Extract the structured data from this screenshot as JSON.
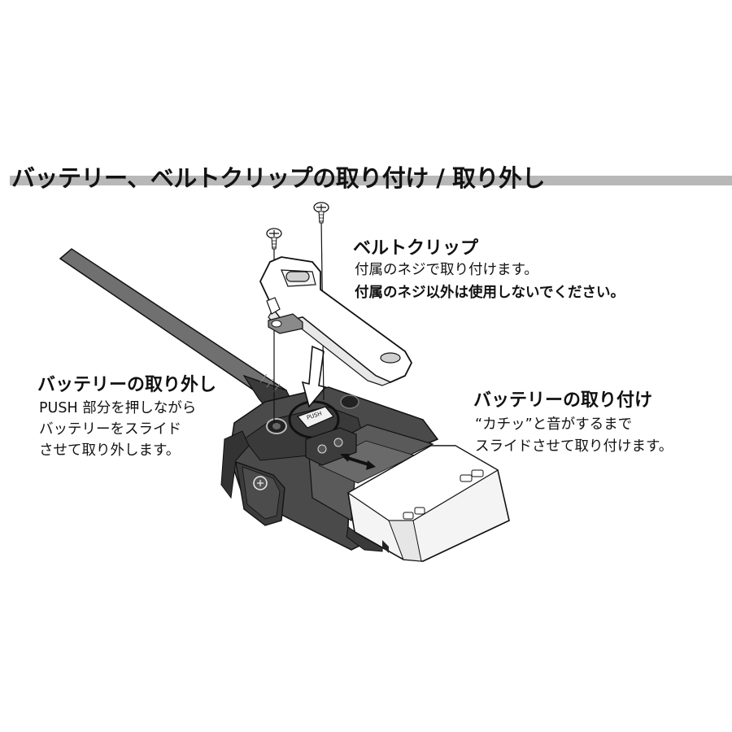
{
  "title": "バッテリー、ベルトクリップの取り付け / 取り外し",
  "belt_clip": {
    "heading": "ベルトクリップ",
    "line1": "付属のネジで取り付けます。",
    "line2": "付属のネジ以外は使用しないでください。"
  },
  "battery_remove": {
    "heading": "バッテリーの取り外し",
    "line1": "PUSH 部分を押しながら",
    "line2": "バッテリーをスライド",
    "line3": "させて取り外します。"
  },
  "battery_attach": {
    "heading": "バッテリーの取り付け",
    "line1": "“カチッ”と音がするまで",
    "line2": "スライドさせて取り付けます。"
  },
  "colors": {
    "title_bar": "#b8b8b8",
    "device_body": "#4a4a4a",
    "device_dark": "#2e2e2e",
    "line": "#111111"
  }
}
